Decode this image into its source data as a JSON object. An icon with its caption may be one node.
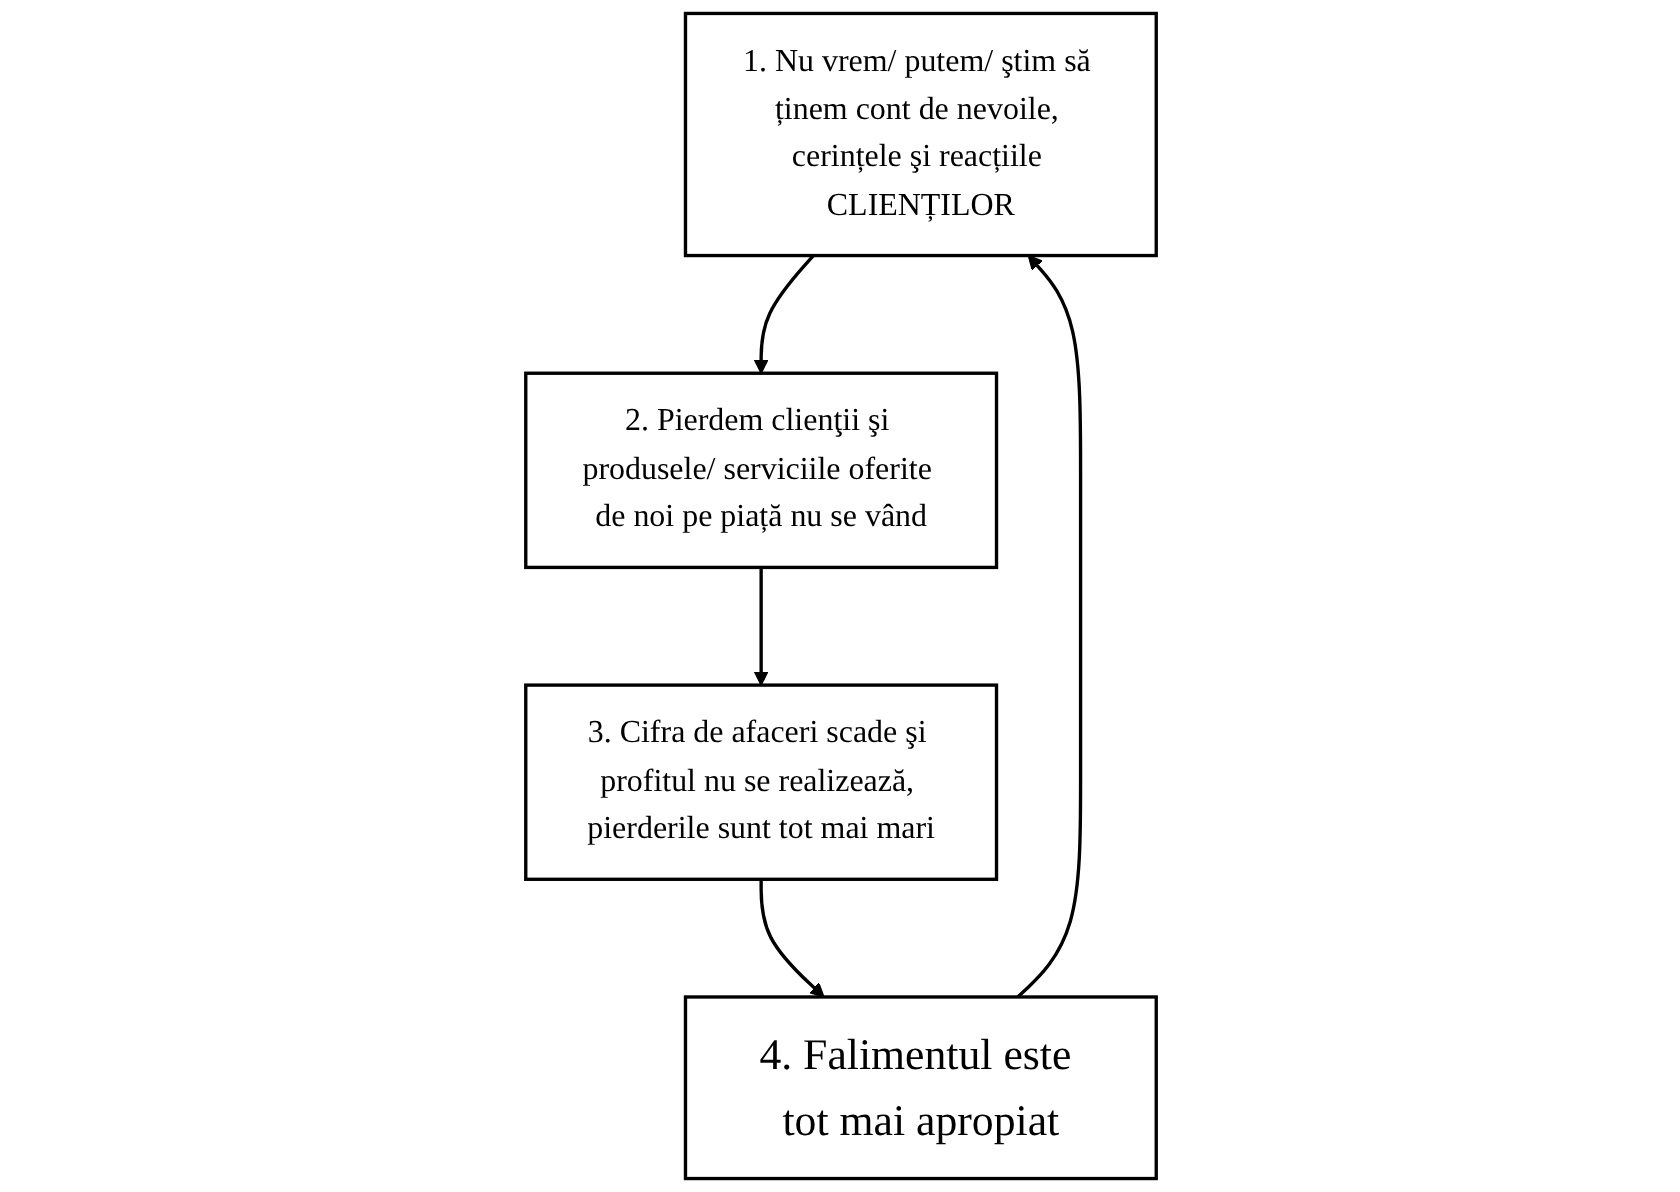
{
  "diagram": {
    "nodes": [
      {
        "text": [
          "1. Nu vrem/ putem/ ştim să ținem cont de nevoile, cerințele şi reacțiile CLIENȚILOR"
        ]
      },
      {
        "text": [
          "2. Pierdem clienţii şi produsele/ serviciile oferite de noi pe piață nu se vând"
        ]
      },
      {
        "text": [
          "3. Cifra de afaceri scade şi profitul nu se realizează, pierderile sunt tot mai mari"
        ]
      },
      {
        "text": [
          "4. Falimentul este tot mai apropiat"
        ]
      }
    ],
    "edges": [
      {
        "from": 0,
        "to": 1,
        "arrow": "to"
      },
      {
        "from": 1,
        "to": 2,
        "arrow": "to"
      },
      {
        "from": 2,
        "to": 3,
        "arrow": "to"
      },
      {
        "from": 3,
        "to": 0,
        "arrow": "to"
      }
    ]
  }
}
